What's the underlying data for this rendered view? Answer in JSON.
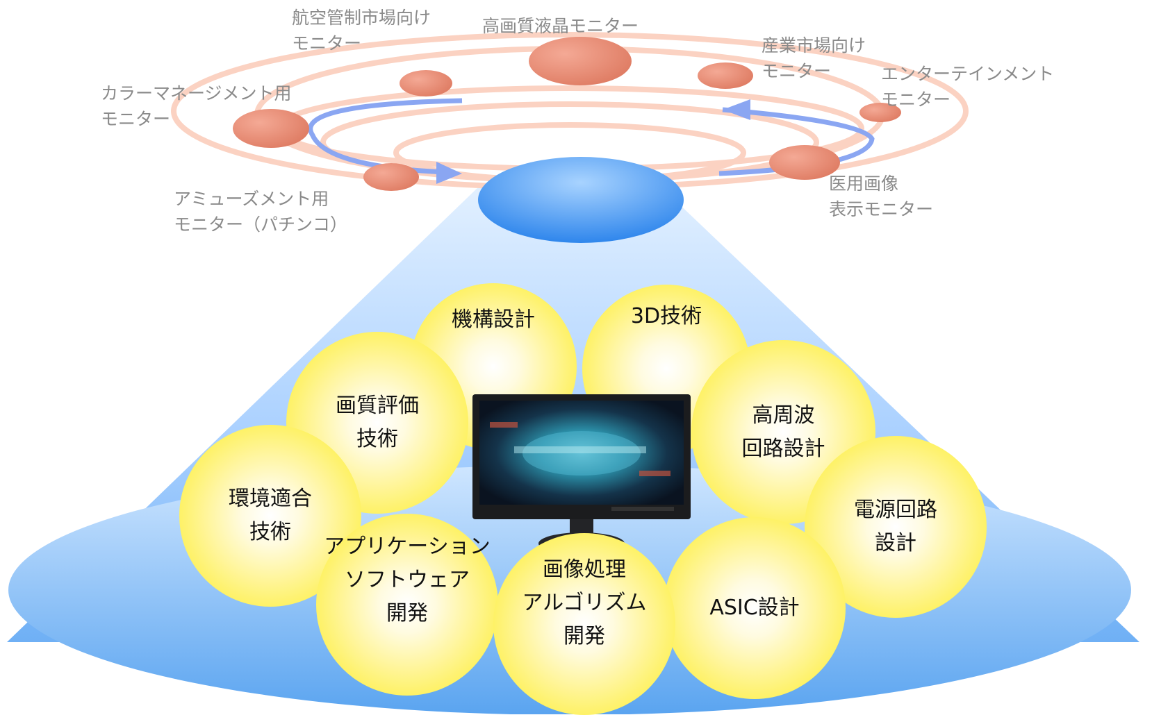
{
  "markets": [
    {
      "id": "air-traffic",
      "lines": [
        "航空管制市場向け",
        "モニター"
      ]
    },
    {
      "id": "high-quality-lcd",
      "lines": [
        "高画質液晶モニター"
      ]
    },
    {
      "id": "industrial",
      "lines": [
        "産業市場向け",
        "モニター"
      ]
    },
    {
      "id": "entertainment",
      "lines": [
        "エンターテインメント",
        "モニター"
      ]
    },
    {
      "id": "color-management",
      "lines": [
        "カラーマネージメント用",
        "モニター"
      ]
    },
    {
      "id": "amusement",
      "lines": [
        "アミューズメント用",
        "モニター（パチンコ）"
      ]
    },
    {
      "id": "medical",
      "lines": [
        "医用画像",
        "表示モニター"
      ]
    }
  ],
  "technologies": [
    {
      "id": "mechanical",
      "lines": [
        "機構設計"
      ]
    },
    {
      "id": "3d",
      "lines": [
        "3D技術"
      ]
    },
    {
      "id": "image-quality-eval",
      "lines": [
        "画質評価",
        "技術"
      ]
    },
    {
      "id": "high-frequency",
      "lines": [
        "高周波",
        "回路設計"
      ]
    },
    {
      "id": "environment",
      "lines": [
        "環境適合",
        "技術"
      ]
    },
    {
      "id": "power-circuit",
      "lines": [
        "電源回路",
        "設計"
      ]
    },
    {
      "id": "app-software",
      "lines": [
        "アプリケーション",
        "ソフトウェア",
        "開発"
      ]
    },
    {
      "id": "image-processing",
      "lines": [
        "画像処理",
        "アルゴリズム",
        "開発"
      ]
    },
    {
      "id": "asic",
      "lines": [
        "ASIC設計"
      ]
    }
  ],
  "colors": {
    "orbit": "#fbd2c2",
    "planet": "#e9876f",
    "arrow": "#8aa6f2",
    "cone_light": "#d9ecff",
    "cone_dark": "#4e9af0",
    "sphere": "#fdf04f",
    "banner": "#e52a1f"
  }
}
